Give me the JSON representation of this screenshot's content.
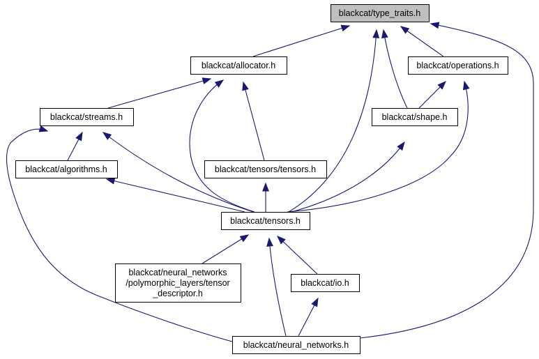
{
  "graph": {
    "edge_color": "#191970",
    "root_fill": "#bfbfbf",
    "nodes": [
      {
        "id": "type_traits",
        "lines": [
          "blackcat/type_traits.h"
        ],
        "root": true
      },
      {
        "id": "allocator",
        "lines": [
          "blackcat/allocator.h"
        ]
      },
      {
        "id": "operations",
        "lines": [
          "blackcat/operations.h"
        ]
      },
      {
        "id": "streams",
        "lines": [
          "blackcat/streams.h"
        ]
      },
      {
        "id": "shape",
        "lines": [
          "blackcat/shape.h"
        ]
      },
      {
        "id": "algorithms",
        "lines": [
          "blackcat/algorithms.h"
        ]
      },
      {
        "id": "tensors_tensors",
        "lines": [
          "blackcat/tensors/tensors.h"
        ]
      },
      {
        "id": "tensors",
        "lines": [
          "blackcat/tensors.h"
        ]
      },
      {
        "id": "tensor_descriptor",
        "lines": [
          "blackcat/neural_networks",
          "/polymorphic_layers/tensor",
          "_descriptor.h"
        ]
      },
      {
        "id": "io",
        "lines": [
          "blackcat/io.h"
        ]
      },
      {
        "id": "neural_networks",
        "lines": [
          "blackcat/neural_networks.h"
        ]
      }
    ],
    "edges": [
      {
        "from": "allocator",
        "to": "type_traits"
      },
      {
        "from": "operations",
        "to": "type_traits"
      },
      {
        "from": "shape",
        "to": "type_traits"
      },
      {
        "from": "tensors",
        "to": "type_traits"
      },
      {
        "from": "neural_networks",
        "to": "type_traits"
      },
      {
        "from": "streams",
        "to": "allocator"
      },
      {
        "from": "tensors_tensors",
        "to": "allocator"
      },
      {
        "from": "tensors",
        "to": "allocator"
      },
      {
        "from": "shape",
        "to": "operations"
      },
      {
        "from": "tensors",
        "to": "operations"
      },
      {
        "from": "algorithms",
        "to": "streams"
      },
      {
        "from": "tensors",
        "to": "streams"
      },
      {
        "from": "neural_networks",
        "to": "streams"
      },
      {
        "from": "tensors",
        "to": "shape"
      },
      {
        "from": "tensors",
        "to": "algorithms"
      },
      {
        "from": "tensors",
        "to": "tensors_tensors"
      },
      {
        "from": "tensor_descriptor",
        "to": "tensors"
      },
      {
        "from": "io",
        "to": "tensors"
      },
      {
        "from": "neural_networks",
        "to": "tensors"
      },
      {
        "from": "neural_networks",
        "to": "io"
      }
    ]
  }
}
